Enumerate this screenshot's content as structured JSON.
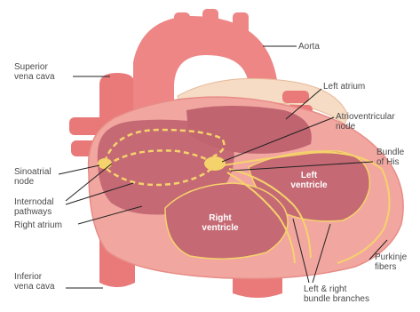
{
  "labels": {
    "superior_vena_cava": "Superior\nvena cava",
    "aorta": "Aorta",
    "left_atrium": "Left atrium",
    "atrioventricular_node": "Atrioventricular\nnode",
    "bundle_of_his": "Bundle\nof His",
    "sinoatrial_node": "Sinoatrial\nnode",
    "internodal_pathways": "Internodal\npathways",
    "right_atrium": "Right atrium",
    "inferior_vena_cava": "Inferior\nvena cava",
    "purkinje_fibers": "Purkinje\nfibers",
    "bundle_branches": "Left & right\nbundle branches",
    "left_ventricle": "Left\nventricle",
    "right_ventricle": "Right\nventricle"
  },
  "colors": {
    "heart_body": "#f2a6a0",
    "vessel": "#ea7a7a",
    "chamber": "#b85d6c",
    "conduction": "#f5d36c",
    "pulmonary": "#f6dcc4",
    "leader_line": "#222222"
  }
}
